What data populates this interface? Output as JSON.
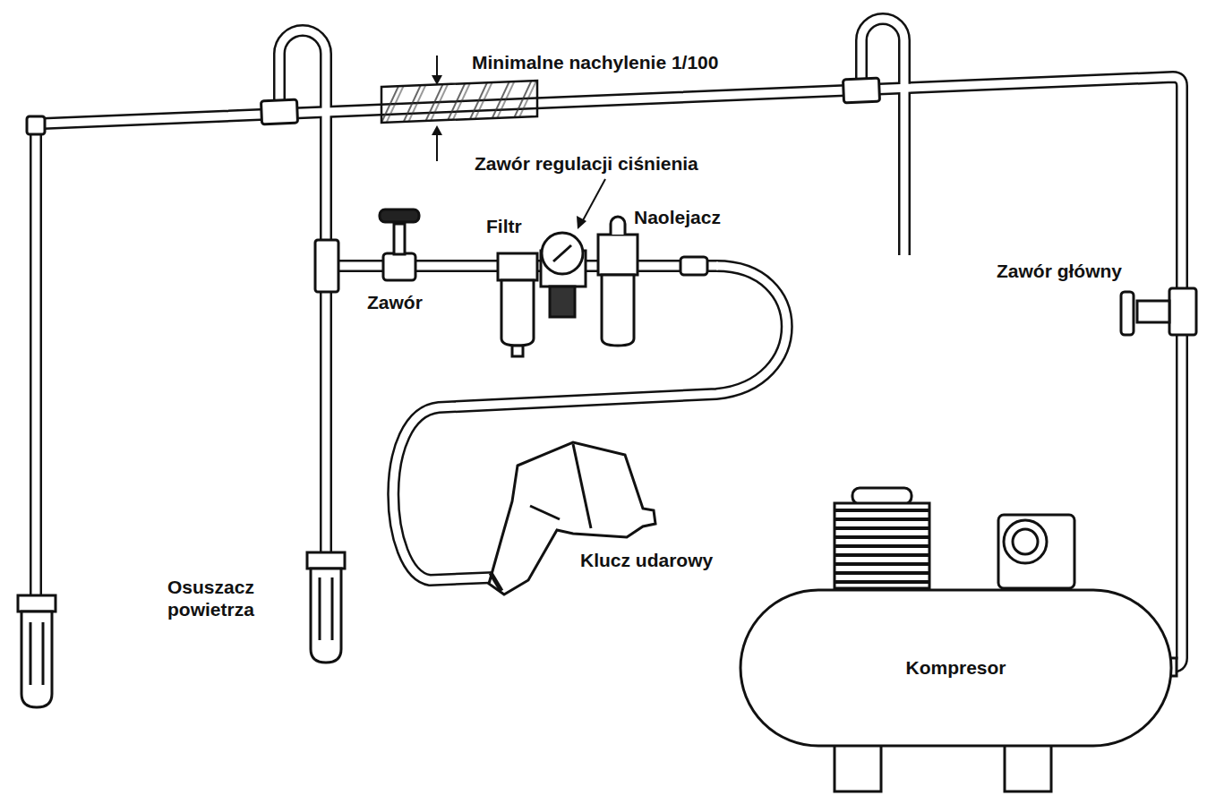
{
  "diagram": {
    "nodes": [
      {
        "text": [
          "Kompresor"
        ]
      }
    ],
    "labels": [
      "Minimalne nachylenie 1/100",
      "Zawór regulacji ciśnienia",
      "Filtr",
      "Naolejacz",
      "Zawór",
      "Zawór główny",
      "Osuszacz powietrza",
      "Klucz udarowy"
    ]
  }
}
